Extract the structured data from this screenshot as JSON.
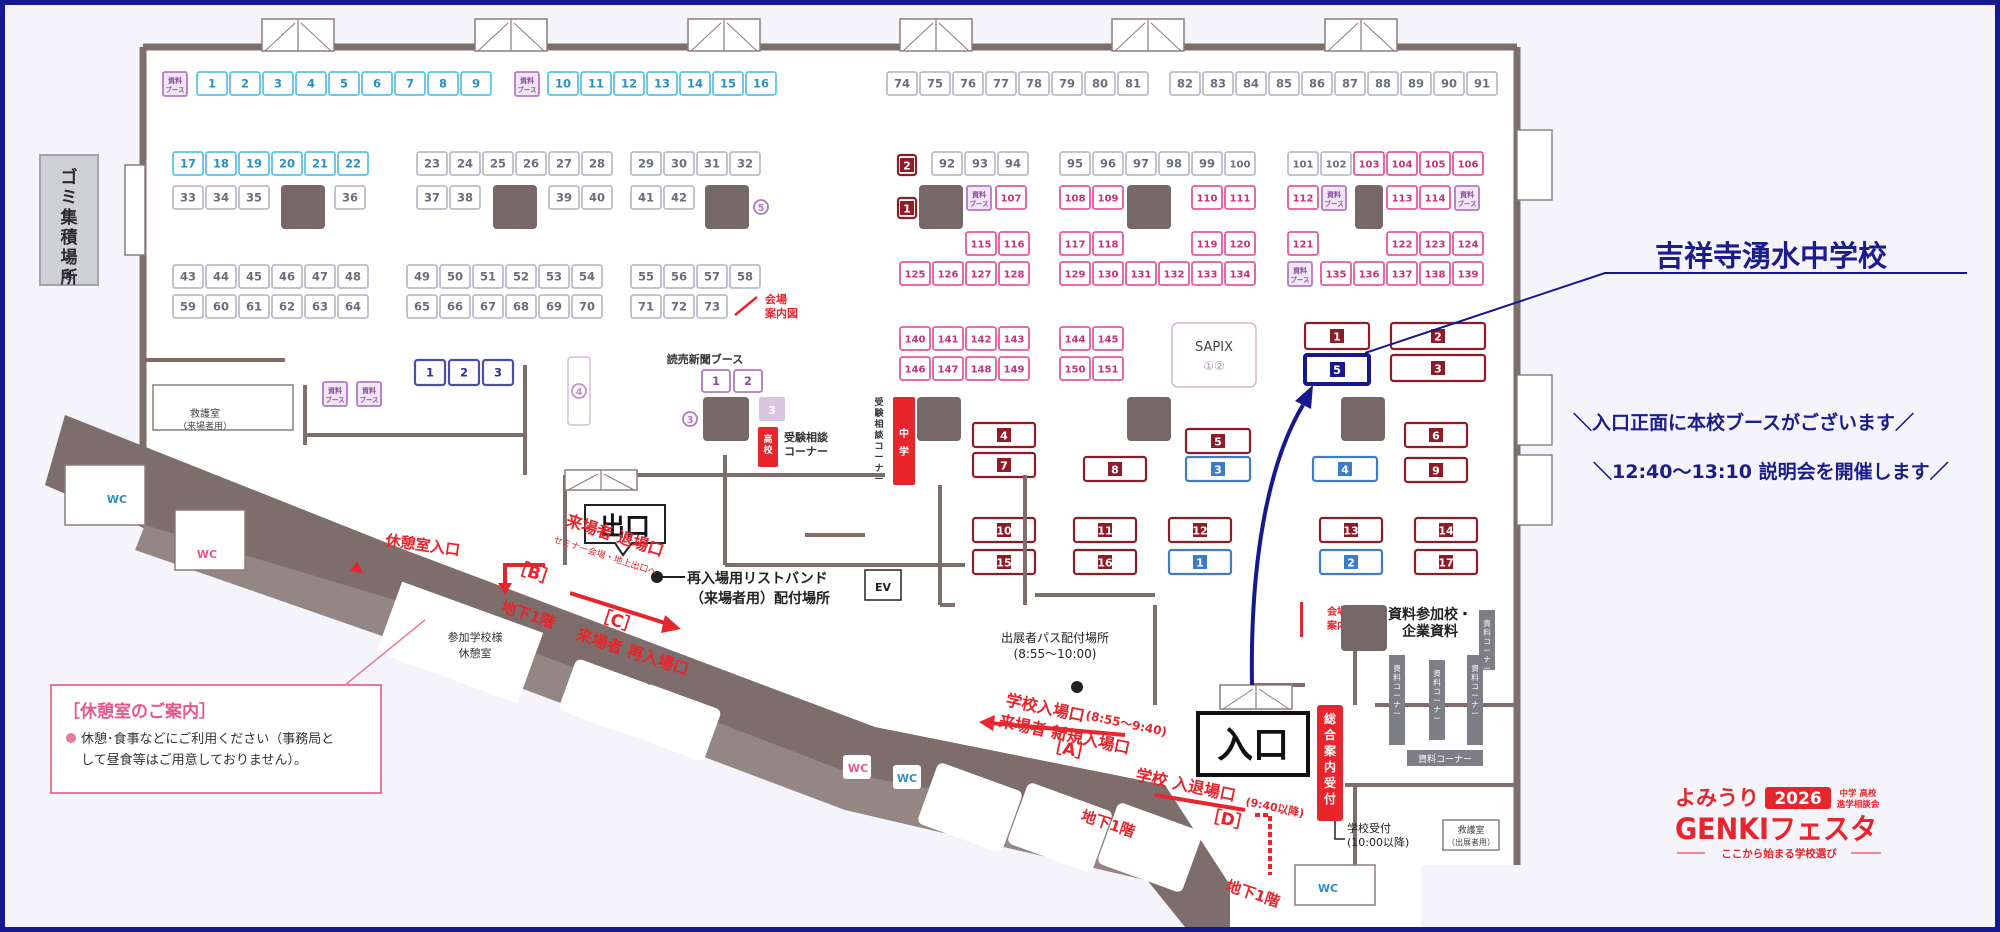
{
  "colors": {
    "navy": "#16188e",
    "cyan": "#5cc1e6",
    "gray": "#b9bcc8",
    "pink": "#e9569a",
    "purple": "#b178c4",
    "indigo": "#4b4fa6",
    "maroon": "#8e1c26",
    "blue": "#3d7dc8",
    "red": "#e8242c",
    "wall": "#7d6e6b",
    "pillar": "#756866"
  },
  "callout": {
    "school_name": "吉祥寺湧水中学校",
    "line1": "＼入口正面に本校ブースがございます／",
    "line2": "＼12:40〜13:10 説明会を開催します／"
  },
  "labels": {
    "garbage": "ゴミ集積場所①",
    "garbage_num": "①",
    "info_booth": "資料",
    "info_booth2": "ブース",
    "yomiuri_booth": "読売新聞ブース",
    "consult_hs": "高校",
    "consult_corner": "受験相談",
    "consult_corner2": "コーナー",
    "jh_label": "中学",
    "consult_vertical": "受験相談コーナー",
    "sapix": "SAPIX",
    "sapix_nums": "①②",
    "venue_map": "会場",
    "venue_map2": "案内図",
    "nurse_visitors": "救護室",
    "nurse_visitors2": "（来場者用）",
    "nurse_exhibitors": "救護室",
    "nurse_exhibitors2": "（出展者用）",
    "wc": "WC",
    "rest_entrance": "休憩室入口",
    "rest_room": "参加学校様",
    "rest_room2": "休憩室",
    "exit_big": "出口",
    "entrance_big": "入口",
    "exit_b_title": "来場者 退場口",
    "exit_b_sub": "セミナー会場・地上出口へ",
    "gate_b": "［B］",
    "gate_c": "［C］",
    "reentry": "来場者 再入場口",
    "basement": "地下1階",
    "wristband": "再入場用リストバンド",
    "wristband2": "（来場者用）配付場所",
    "ev": "EV",
    "pass_dist": "出展者パス配付場所",
    "pass_time": "(8:55〜10:00)",
    "school_entry": "学校入場口",
    "school_entry_time": "(8:55〜9:40)",
    "new_entry": "来場者 新規入場口",
    "gate_a": "［A］",
    "gate_d": "［D］",
    "school_in_out": "学校 入退場口",
    "school_in_out_time": "(9:40以降)",
    "general_info": "総合案内 受付",
    "school_reception": "学校受付",
    "school_reception_time": "(10:00以降)",
    "materials_title": "資料参加校・",
    "materials_title2": "企業資料",
    "materials_corner": "資料コーナー"
  },
  "rest_info": {
    "title": "［休憩室のご案内］",
    "body1": "休憩･食事などにご利用ください（事務局と",
    "body2": "して昼食等はご用意しておりません）。"
  },
  "brand": {
    "yomiuri": "よみうり",
    "year": "2026",
    "sub1": "中学 高校",
    "sub2": "進学相談会",
    "name": "GENKIフェスタ",
    "tagline": "ここから始まる学校選び"
  },
  "booths": {
    "row1_cyan": [
      "1",
      "2",
      "3",
      "4",
      "5",
      "6",
      "7",
      "8",
      "9"
    ],
    "row1_cyan2": [
      "10",
      "11",
      "12",
      "13",
      "14",
      "15",
      "16"
    ],
    "row1_gray": [
      "74",
      "75",
      "76",
      "77",
      "78",
      "79",
      "80",
      "81"
    ],
    "row1_gray2": [
      "82",
      "83",
      "84",
      "85",
      "86",
      "87",
      "88",
      "89",
      "90",
      "91"
    ],
    "left_cyan": [
      "17",
      "18",
      "19",
      "20",
      "21",
      "22"
    ],
    "left_gray_a": [
      "33",
      "34",
      "35"
    ],
    "left_gray_b": [
      "36"
    ],
    "mid1_top": [
      "23",
      "24",
      "25",
      "26",
      "27",
      "28"
    ],
    "mid1_bl": [
      "37",
      "38"
    ],
    "mid1_br": [
      "39",
      "40"
    ],
    "mid2_top": [
      "29",
      "30",
      "31",
      "32"
    ],
    "mid2_b": [
      "41",
      "42"
    ],
    "g43": [
      "43",
      "44",
      "45",
      "46",
      "47",
      "48"
    ],
    "g59": [
      "59",
      "60",
      "61",
      "62",
      "63",
      "64"
    ],
    "g49": [
      "49",
      "50",
      "51",
      "52",
      "53",
      "54"
    ],
    "g65": [
      "65",
      "66",
      "67",
      "68",
      "69",
      "70"
    ],
    "g55": [
      "55",
      "56",
      "57",
      "58"
    ],
    "g71": [
      "71",
      "72",
      "73"
    ],
    "indigo": [
      "1",
      "2",
      "3"
    ],
    "yomiuri": [
      "1",
      "2",
      "3"
    ],
    "r92": [
      "92",
      "93",
      "94"
    ],
    "r107": [
      "107"
    ],
    "r115": [
      "115",
      "116"
    ],
    "r125": [
      "125",
      "126",
      "127",
      "128"
    ],
    "r95": [
      "95",
      "96",
      "97",
      "98",
      "99",
      "100"
    ],
    "r108": [
      "108",
      "109"
    ],
    "r110": [
      "110",
      "111"
    ],
    "r117": [
      "117",
      "118"
    ],
    "r119": [
      "119",
      "120"
    ],
    "r129": [
      "129",
      "130",
      "131",
      "132",
      "133",
      "134"
    ],
    "r101": [
      "101",
      "102"
    ],
    "r103": [
      "103",
      "104",
      "105",
      "106"
    ],
    "r112": [
      "112"
    ],
    "r113": [
      "113",
      "114"
    ],
    "r121": [
      "121"
    ],
    "r122": [
      "122",
      "123",
      "124"
    ],
    "r135": [
      "135",
      "136",
      "137",
      "138",
      "139"
    ],
    "r140": [
      "140",
      "141",
      "142",
      "143"
    ],
    "r146": [
      "146",
      "147",
      "148",
      "149"
    ],
    "r144": [
      "144",
      "145"
    ],
    "r150": [
      "150",
      "151"
    ],
    "maroon": [
      "1",
      "2",
      "3",
      "4",
      "5",
      "6",
      "7",
      "8",
      "9",
      "10",
      "11",
      "12",
      "13",
      "14",
      "15",
      "16",
      "17"
    ],
    "blue": [
      "1",
      "2",
      "3",
      "4",
      "5"
    ],
    "circled": [
      "1",
      "2",
      "3",
      "4",
      "5"
    ]
  }
}
